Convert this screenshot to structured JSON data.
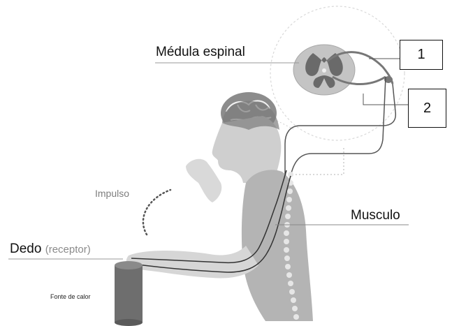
{
  "labels": {
    "spinal_cord": "Médula espinal",
    "muscle": "Musculo",
    "finger": "Dedo",
    "finger_note": "(receptor)",
    "impulse": "Impulso",
    "heat_source": "Fonte de calor"
  },
  "boxes": {
    "box_1": "1",
    "box_2": "2"
  },
  "colors": {
    "nerve_line": "#4a4a4a",
    "body_gray": "#9a9a9a",
    "heat_source": "#6e6e6e"
  }
}
